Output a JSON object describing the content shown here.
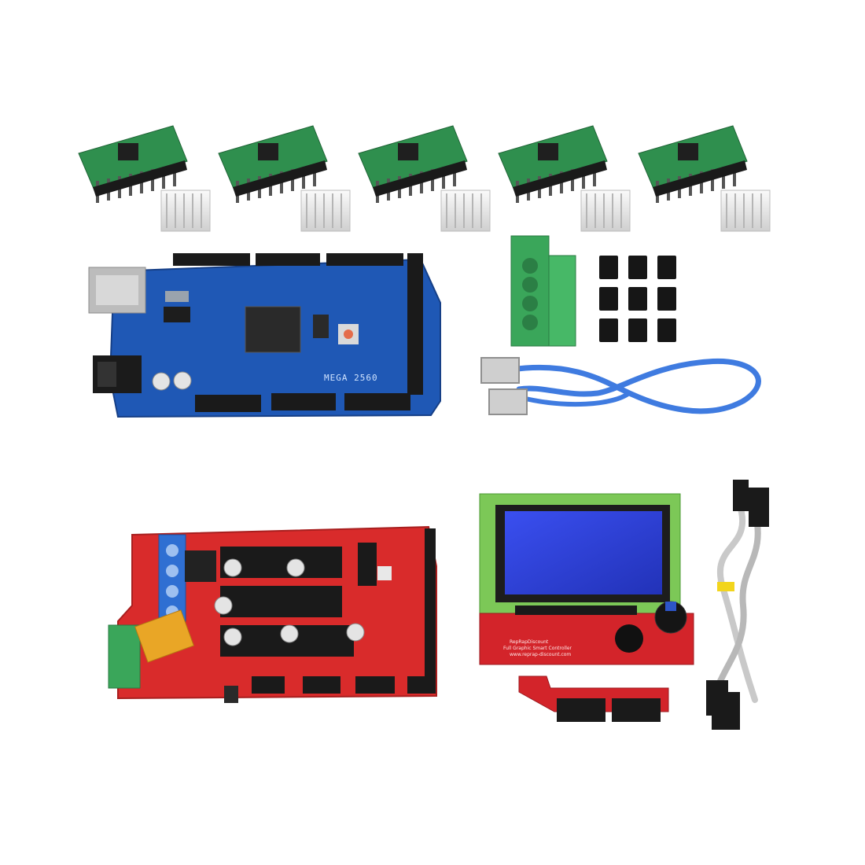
{
  "scene": {
    "background": "#ffffff",
    "stepper_driver_count": 5,
    "jumper_count": 9
  },
  "arduino_mega": {
    "silkscreen_label": "MEGA 2560",
    "board_color": "#1f58b5"
  },
  "ramps_board": {
    "board_color": "#d92b2b"
  },
  "lcd_controller": {
    "screen_color": "#2d3fd6",
    "pcb_color": "#d3242a",
    "pcb_lines": [
      "RepRapDiscount",
      "Full Graphic Smart Controller",
      "www.reprap-discount.com"
    ]
  },
  "colors": {
    "stepper_pcb": "#2f8f4e",
    "heatsink": "#e8e8e8",
    "terminal_green": "#3aa65a",
    "usb_cable": "#3f7be0",
    "ribbon_cable": "#c9c9c9"
  }
}
